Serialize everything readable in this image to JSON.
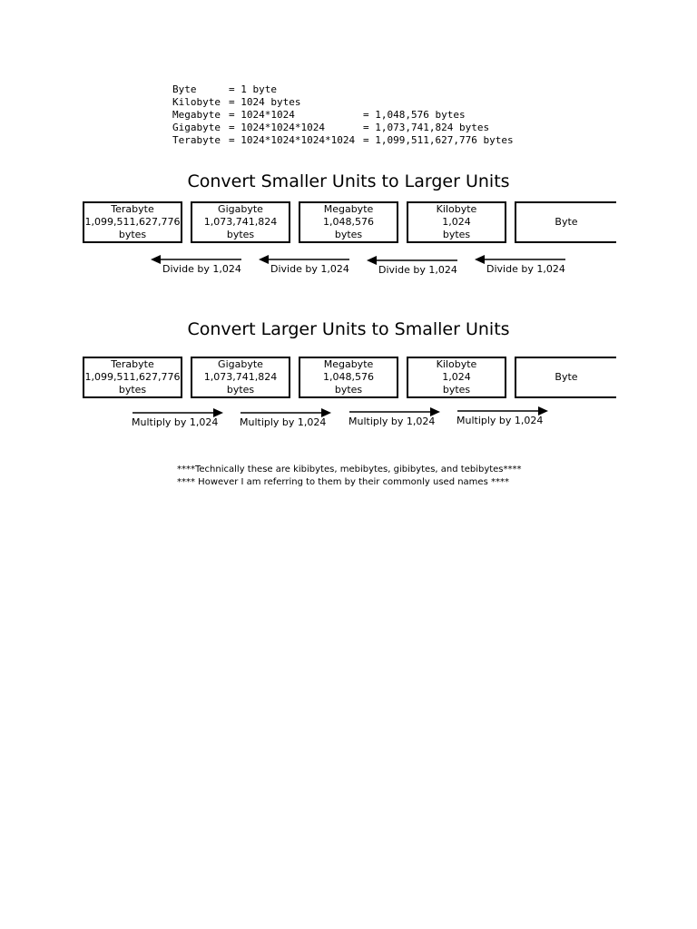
{
  "definitions": [
    {
      "name": "Byte",
      "expr": "= 1 byte",
      "result": ""
    },
    {
      "name": "Kilobyte",
      "expr": "= 1024 bytes",
      "result": ""
    },
    {
      "name": "Megabyte",
      "expr": "= 1024*1024",
      "result": "= 1,048,576 bytes"
    },
    {
      "name": "Gigabyte",
      "expr": "= 1024*1024*1024",
      "result": "= 1,073,741,824 bytes"
    },
    {
      "name": "Terabyte",
      "expr": "= 1024*1024*1024*1024",
      "result": "= 1,099,511,627,776 bytes"
    }
  ],
  "section1": {
    "title": "Convert Smaller Units to Larger Units",
    "boxes": [
      {
        "name": "Terabyte",
        "value": "1,099,511,627,776",
        "unit": "bytes"
      },
      {
        "name": "Gigabyte",
        "value": "1,073,741,824",
        "unit": "bytes"
      },
      {
        "name": "Megabyte",
        "value": "1,048,576",
        "unit": "bytes"
      },
      {
        "name": "Kilobyte",
        "value": "1,024",
        "unit": "bytes"
      },
      {
        "name": "Byte",
        "value": "",
        "unit": ""
      }
    ],
    "arrow_direction": "left",
    "arrow_labels": [
      "Divide by 1,024",
      "Divide by 1,024",
      "Divide by 1,024",
      "Divide by 1,024"
    ]
  },
  "section2": {
    "title": "Convert Larger Units to Smaller Units",
    "boxes": [
      {
        "name": "Terabyte",
        "value": "1,099,511,627,776",
        "unit": "bytes"
      },
      {
        "name": "Gigabyte",
        "value": "1,073,741,824",
        "unit": "bytes"
      },
      {
        "name": "Megabyte",
        "value": "1,048,576",
        "unit": "bytes"
      },
      {
        "name": "Kilobyte",
        "value": "1,024",
        "unit": "bytes"
      },
      {
        "name": "Byte",
        "value": "",
        "unit": ""
      }
    ],
    "arrow_direction": "right",
    "arrow_labels": [
      "Multiply by 1,024",
      "Multiply by 1,024",
      "Multiply by 1,024",
      "Multiply by 1,024"
    ]
  },
  "footnotes": [
    "****Technically these are kibibytes, mebibytes, gibibytes, and tebibytes****",
    "**** However I am referring to them by their commonly used names ****"
  ]
}
